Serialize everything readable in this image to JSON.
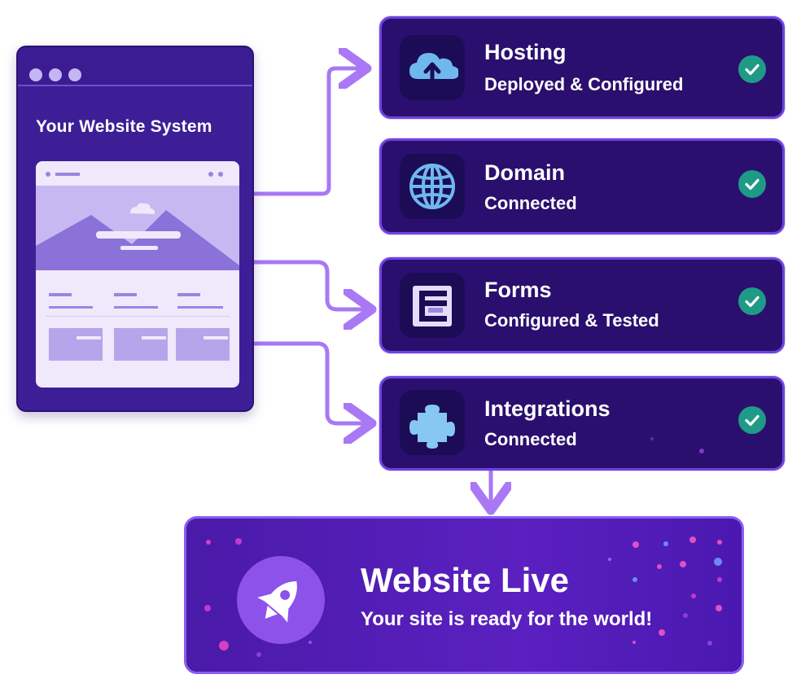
{
  "browser": {
    "title": "Your Website System",
    "window_dots": 3
  },
  "services": [
    {
      "key": "hosting",
      "icon": "cloud-upload-icon",
      "title": "Hosting",
      "status": "Deployed & Configured",
      "checked": true
    },
    {
      "key": "domain",
      "icon": "globe-icon",
      "title": "Domain",
      "status": "Connected",
      "checked": true
    },
    {
      "key": "forms",
      "icon": "form-icon",
      "title": "Forms",
      "status": "Configured & Tested",
      "checked": true
    },
    {
      "key": "integrations",
      "icon": "puzzle-icon",
      "title": "Integrations",
      "status": "Connected",
      "checked": true
    }
  ],
  "result": {
    "icon": "rocket-icon",
    "title": "Website Live",
    "subtitle": "Your site is ready for the world!"
  },
  "colors": {
    "panel": "#2a0f6e",
    "panel_border": "#6d43e0",
    "connector": "#a878f5",
    "check": "#1f9a87",
    "live_bg": "#5a20c0"
  }
}
